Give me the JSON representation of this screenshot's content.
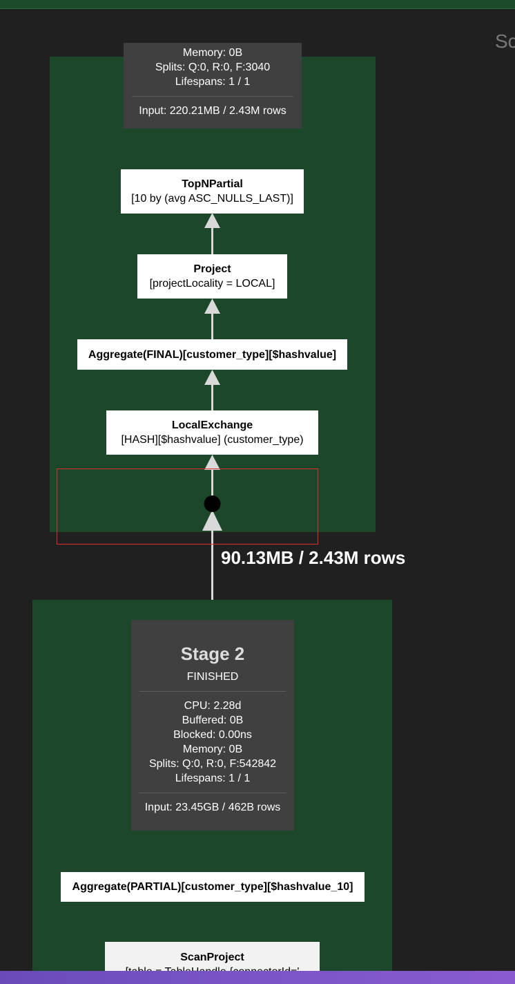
{
  "side_label": "Sc",
  "stage3_card": {
    "memory_partial": "Memory: 0B",
    "splits": "Splits: Q:0, R:0, F:3040",
    "lifespans": "Lifespans: 1 / 1",
    "input": "Input: 220.21MB / 2.43M rows"
  },
  "nodes": {
    "topn": {
      "name": "TopNPartial",
      "detail": "[10 by (avg ASC_NULLS_LAST)]"
    },
    "project": {
      "name": "Project",
      "detail": "[projectLocality = LOCAL]"
    },
    "aggregate_final": {
      "name": "Aggregate(FINAL)[customer_type][$hashvalue]"
    },
    "local_exchange": {
      "name": "LocalExchange",
      "detail": "[HASH][$hashvalue] (customer_type)"
    },
    "aggregate_partial": {
      "name": "Aggregate(PARTIAL)[customer_type][$hashvalue_10]"
    },
    "scan_project": {
      "name": "ScanProject",
      "detail_partial": "[table = TableHandle {connectorId='"
    }
  },
  "edge_label": "90.13MB / 2.43M rows",
  "stage2_card": {
    "title": "Stage 2",
    "state": "FINISHED",
    "cpu": "CPU: 2.28d",
    "buffered": "Buffered: 0B",
    "blocked": "Blocked: 0.00ns",
    "memory": "Memory: 0B",
    "splits": "Splits: Q:0, R:0, F:542842",
    "lifespans": "Lifespans: 1 / 1",
    "input": "Input: 23.45GB / 462B rows"
  },
  "colors": {
    "stage_background": "#1c472b",
    "card_background": "#404040",
    "canvas_background": "#202020",
    "highlight_border": "#e0302c",
    "edge_color": "#d9d9d9"
  }
}
